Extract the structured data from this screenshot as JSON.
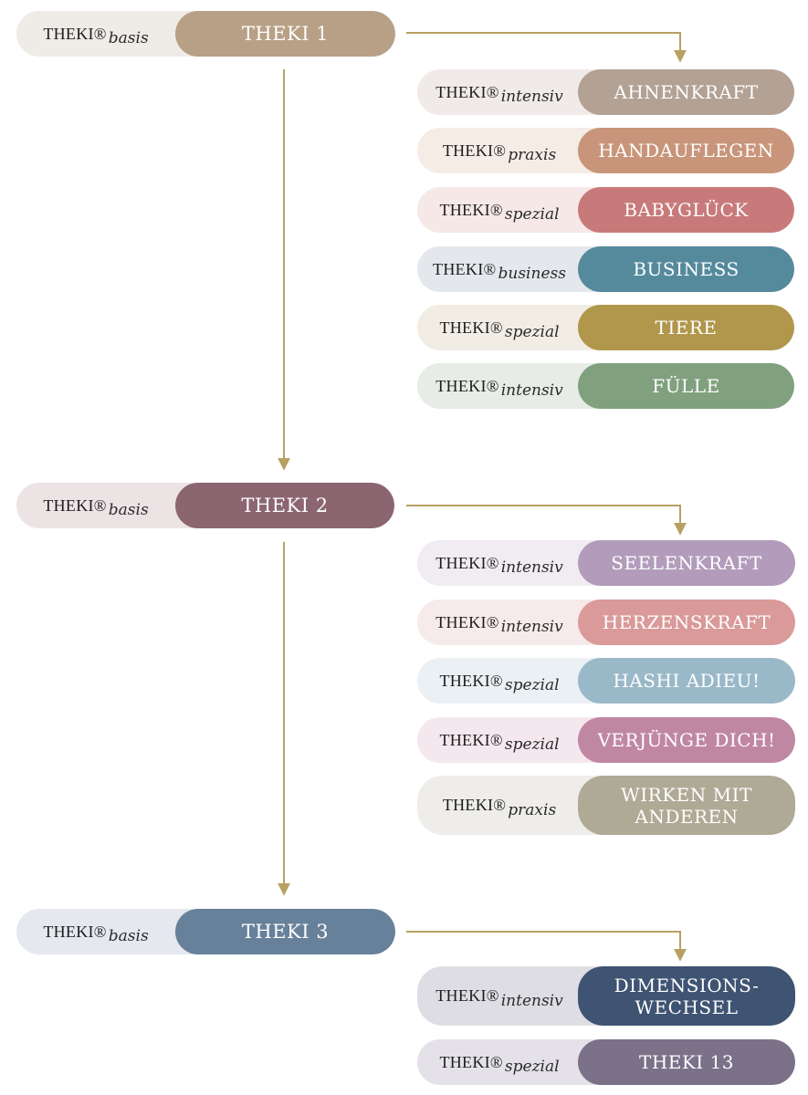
{
  "brand": "THEKI",
  "registered_mark": "®",
  "theme": {
    "connector_color": "#b8a063"
  },
  "levels": [
    {
      "basis": {
        "sub": "basis",
        "label": "THEKI 1",
        "bg": "#efebe6",
        "color": "#b8a086"
      },
      "courses": [
        {
          "sub": "intensiv",
          "label": "AHNENKRAFT",
          "bg": "#f0ebe8",
          "color": "#b3a194"
        },
        {
          "sub": "praxis",
          "label": "HANDAUFLEGEN",
          "bg": "#f5ece6",
          "color": "#c8957a"
        },
        {
          "sub": "spezial",
          "label": "BABYGLÜCK",
          "bg": "#f7e8e8",
          "color": "#c87a7a"
        },
        {
          "sub": "business",
          "label": "BUSINESS",
          "bg": "#e4e7ec",
          "color": "#558a9d"
        },
        {
          "sub": "spezial",
          "label": "TIERE",
          "bg": "#f2ede4",
          "color": "#b0974c"
        },
        {
          "sub": "intensiv",
          "label": "FÜLLE",
          "bg": "#e7ece7",
          "color": "#80a07e"
        }
      ]
    },
    {
      "basis": {
        "sub": "basis",
        "label": "THEKI 2",
        "bg": "#ece3e5",
        "color": "#8b6670"
      },
      "courses": [
        {
          "sub": "intensiv",
          "label": "SEELENKRAFT",
          "bg": "#f0ecf2",
          "color": "#b29bbb"
        },
        {
          "sub": "intensiv",
          "label": "HERZENSKRAFT",
          "bg": "#f7eaea",
          "color": "#d99a99"
        },
        {
          "sub": "spezial",
          "label": "HASHI ADIEU!",
          "bg": "#eaf0f4",
          "color": "#9ab9c8"
        },
        {
          "sub": "spezial",
          "label": "VERJÜNGE DICH!",
          "bg": "#f4e7ee",
          "color": "#c087a2"
        },
        {
          "sub": "praxis",
          "label": "WIRKEN MIT ANDEREN",
          "bg": "#eeedea",
          "color": "#afaa96"
        }
      ]
    },
    {
      "basis": {
        "sub": "basis",
        "label": "THEKI 3",
        "bg": "#e5e8ee",
        "color": "#68819a"
      },
      "courses": [
        {
          "sub": "intensiv",
          "label": "DIMENSIONS-WECHSEL",
          "bg": "#dedde4",
          "color": "#3f5372"
        },
        {
          "sub": "spezial",
          "label": "THEKI 13",
          "bg": "#e4e2e8",
          "color": "#7b728a"
        }
      ]
    }
  ]
}
